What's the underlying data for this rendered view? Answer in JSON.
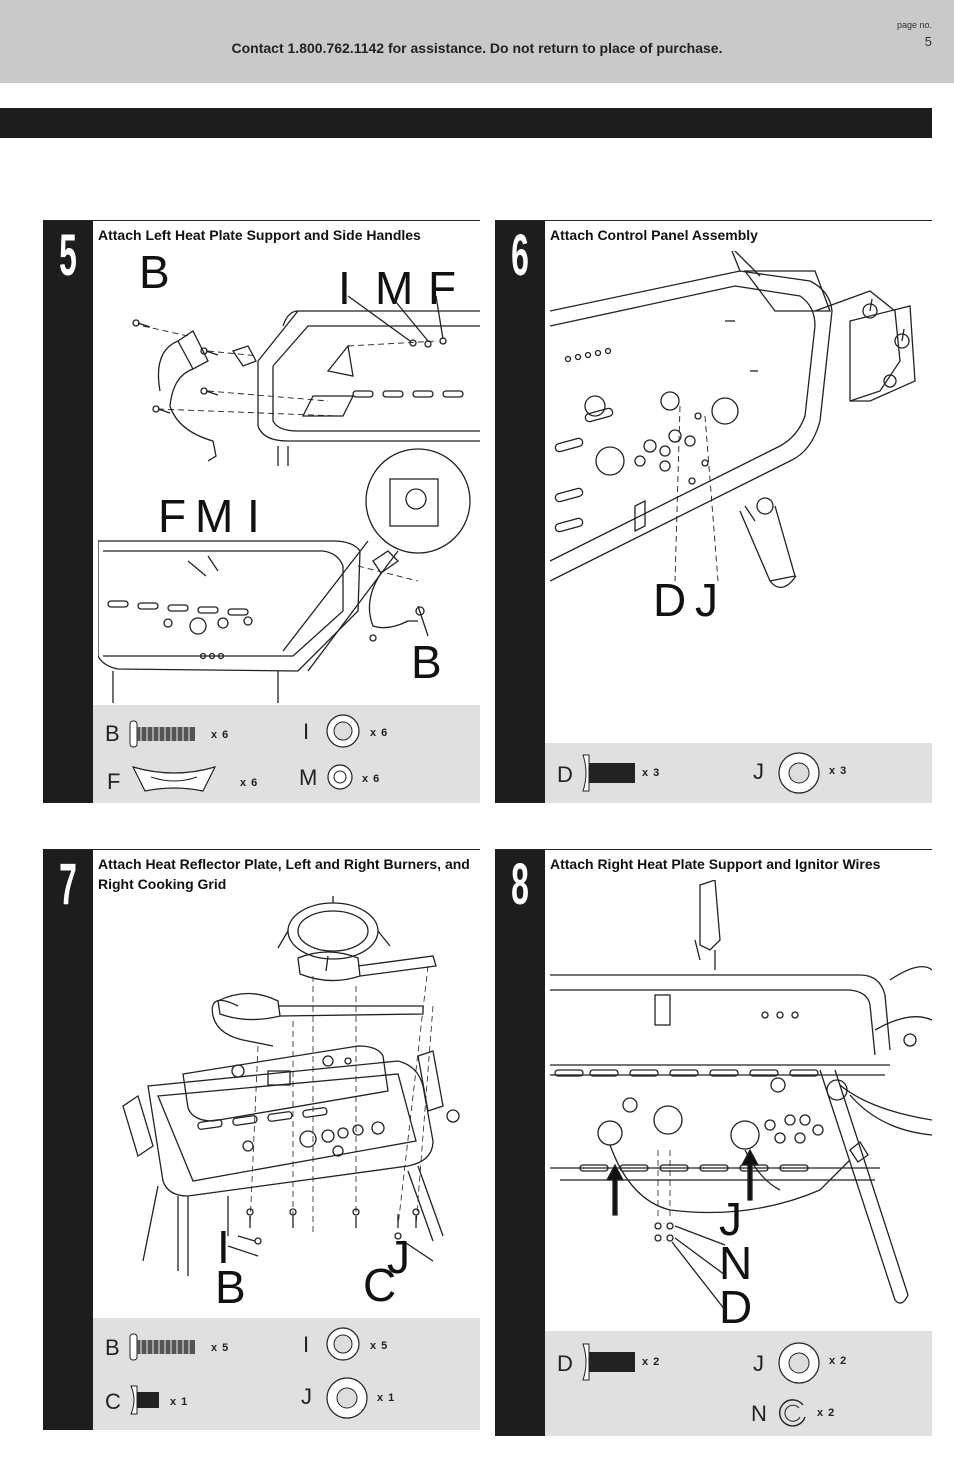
{
  "header": {
    "contact": "Contact 1.800.762.1142 for assistance. Do not return to place of purchase.",
    "page_label": "page no.",
    "page_number": "5"
  },
  "steps": [
    {
      "number": "5",
      "title": "Attach Left Heat Plate Support and Side Handles",
      "callouts": [
        "B",
        "I",
        "M",
        "F",
        "F",
        "M",
        "I",
        "B"
      ],
      "parts": [
        {
          "letter": "B",
          "qty": "x 6",
          "icon": "bolt-icon"
        },
        {
          "letter": "I",
          "qty": "x 6",
          "icon": "washer-icon"
        },
        {
          "letter": "F",
          "qty": "x 6",
          "icon": "spacer-icon"
        },
        {
          "letter": "M",
          "qty": "x 6",
          "icon": "lock-washer-icon"
        }
      ]
    },
    {
      "number": "6",
      "title": "Attach Control Panel Assembly",
      "callouts": [
        "D",
        "J"
      ],
      "parts": [
        {
          "letter": "D",
          "qty": "x 3",
          "icon": "screw-icon"
        },
        {
          "letter": "J",
          "qty": "x 3",
          "icon": "washer-icon"
        }
      ]
    },
    {
      "number": "7",
      "title": "Attach Heat Reflector Plate, Left and Right Burners, and Right Cooking Grid",
      "callouts": [
        "I",
        "B",
        "C",
        "J"
      ],
      "parts": [
        {
          "letter": "B",
          "qty": "x 5",
          "icon": "bolt-icon"
        },
        {
          "letter": "I",
          "qty": "x 5",
          "icon": "washer-icon"
        },
        {
          "letter": "C",
          "qty": "x 1",
          "icon": "short-bolt-icon"
        },
        {
          "letter": "J",
          "qty": "x 1",
          "icon": "washer-icon"
        }
      ]
    },
    {
      "number": "8",
      "title": "Attach Right Heat Plate Support and Ignitor Wires",
      "callouts": [
        "J",
        "N",
        "D"
      ],
      "parts": [
        {
          "letter": "D",
          "qty": "x 2",
          "icon": "screw-icon"
        },
        {
          "letter": "J",
          "qty": "x 2",
          "icon": "washer-icon"
        },
        {
          "letter": "N",
          "qty": "x 2",
          "icon": "split-ring-icon"
        }
      ]
    }
  ]
}
